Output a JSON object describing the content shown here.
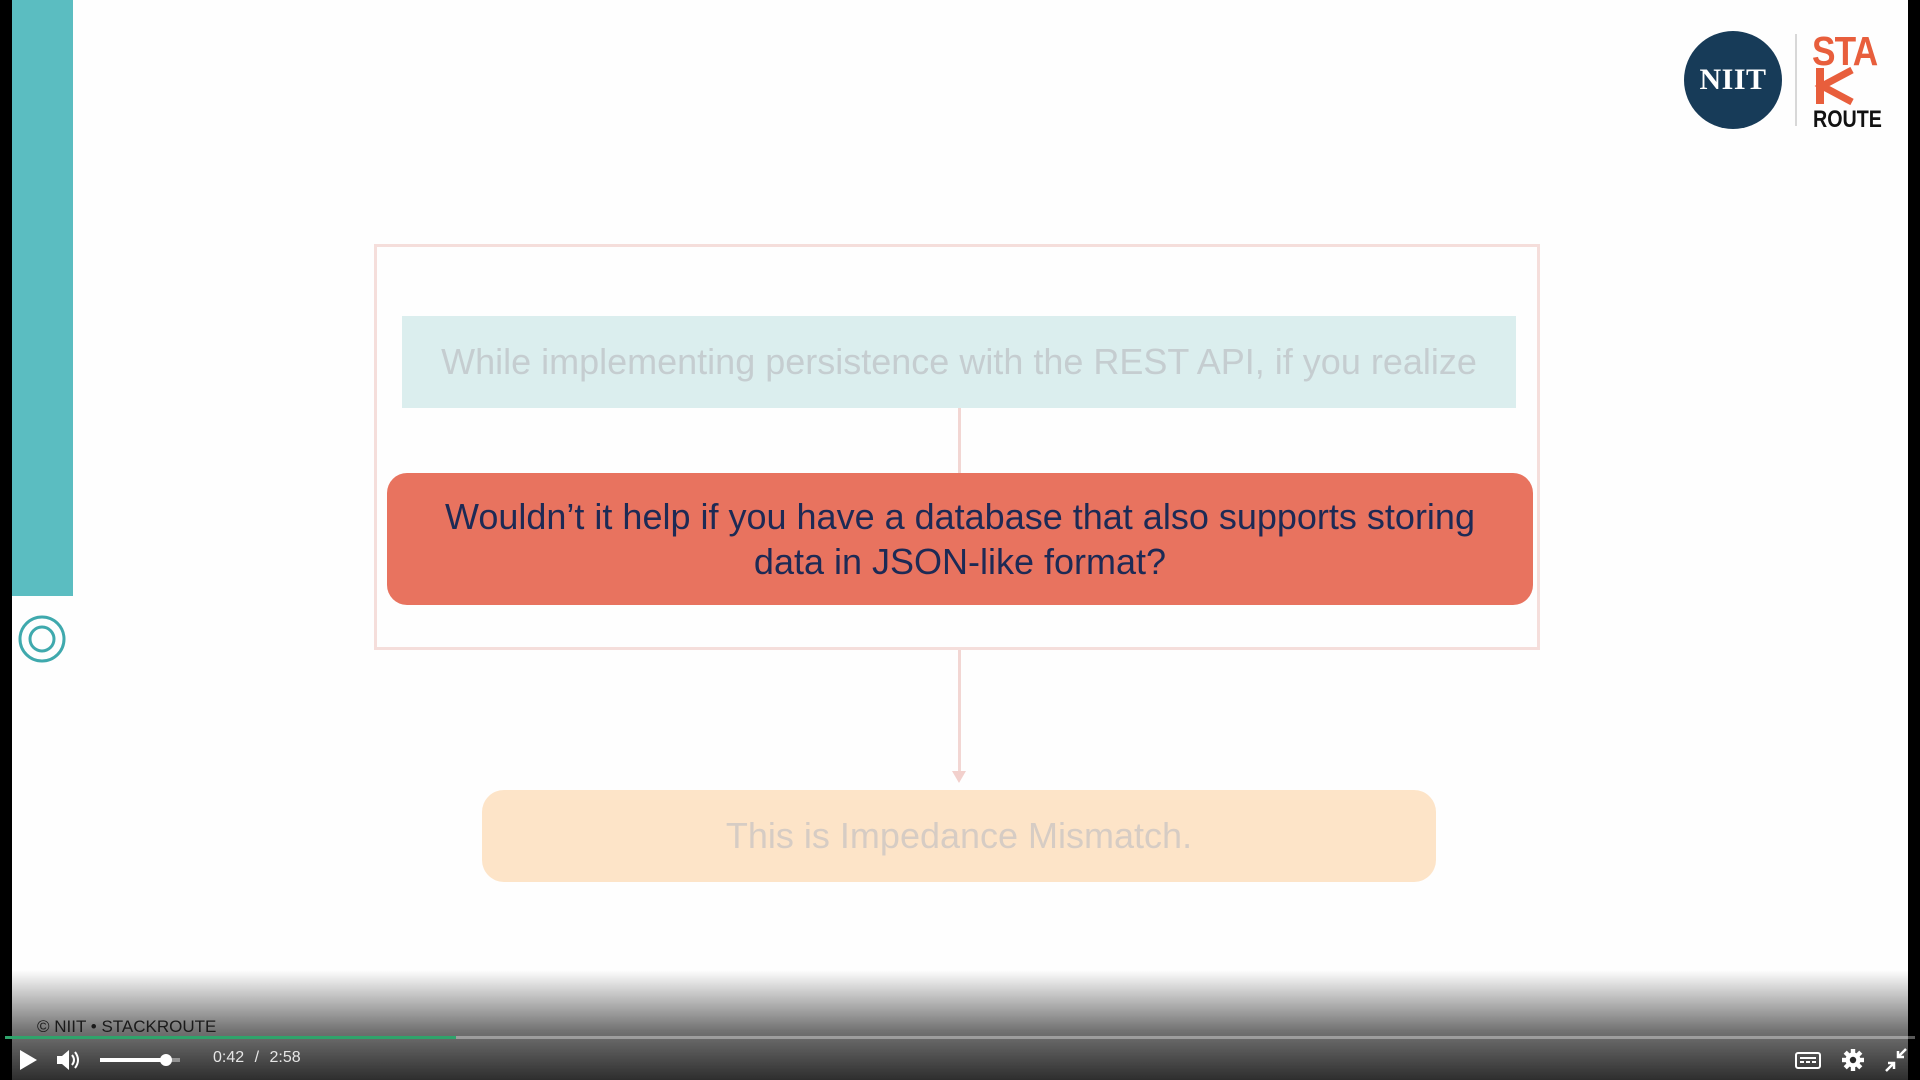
{
  "slide": {
    "top_box_text": "While implementing persistence with the REST API, if you realize",
    "middle_box_text": "Wouldn’t it help if you have a database that also supports storing data in JSON-like format?",
    "bottom_box_text": "This is Impedance Mismatch.",
    "logo": {
      "niit_text": "NIIT",
      "stackroute_top": "STA",
      "stackroute_bottom": "ROUTE"
    },
    "copyright": "© NIIT • STACKROUTE",
    "colors": {
      "teal_accent": "#5bbdc1",
      "top_box": "#dbeeee",
      "middle_box": "#e8735f",
      "bottom_box": "#fde4c8",
      "niit_navy": "#173b58",
      "stackroute_orange": "#e85e3c"
    }
  },
  "player": {
    "current_time": "0:42",
    "separator": "/",
    "duration": "2:58",
    "progress_fraction": 0.236,
    "volume_fraction": 0.82,
    "controls": [
      "play-icon",
      "volume-icon",
      "captions-icon",
      "gear-icon",
      "exit-fullscreen-icon"
    ],
    "progress_color": "#2fa36b"
  }
}
